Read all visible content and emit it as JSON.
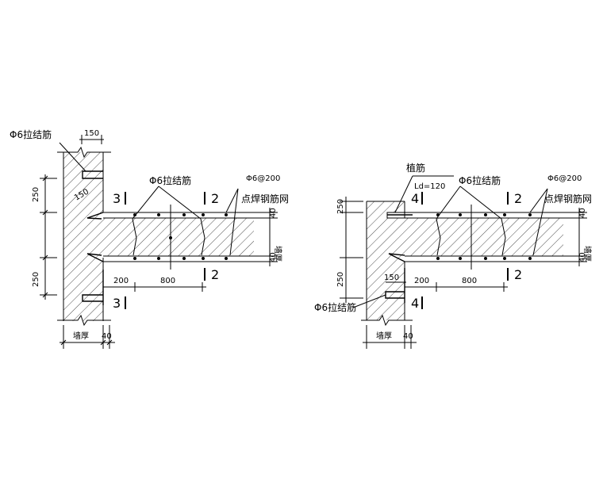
{
  "left": {
    "tie_bar_top": "Φ6拉结筋",
    "dim_150_top": "150",
    "dim_250_a": "250",
    "dim_150_angle": "150",
    "tie_bar_mid": "Φ6拉结筋",
    "mesh_spec": "Φ6@200",
    "mesh_name": "点焊钢筋网",
    "sec_3_top": "3",
    "sec_2_top": "2",
    "dim_40_top": "40",
    "dim_wall_right": "墙厚",
    "dim_40_bot": "40",
    "dim_250_b": "250",
    "dim_200": "200",
    "dim_800": "800",
    "sec_2_bot": "2",
    "sec_3_bot": "3",
    "dim_wall_bottom": "墙厚",
    "dim_40_bottom": "40"
  },
  "right": {
    "plant_bar": "植筋",
    "ld": "Ld=120",
    "tie_bar_mid": "Φ6拉结筋",
    "mesh_spec": "Φ6@200",
    "mesh_name": "点焊钢筋网",
    "sec_4_top": "4",
    "sec_2_top": "2",
    "dim_250_a": "250",
    "dim_40_top": "40",
    "dim_wall_right": "墙厚",
    "dim_40_bot": "40",
    "dim_250_b": "250",
    "dim_150": "150",
    "dim_200": "200",
    "dim_800": "800",
    "sec_2_bot": "2",
    "sec_4_bot": "4",
    "tie_bar_bot": "Φ6拉结筋",
    "dim_wall_bottom": "墙厚",
    "dim_40_bottom": "40"
  }
}
